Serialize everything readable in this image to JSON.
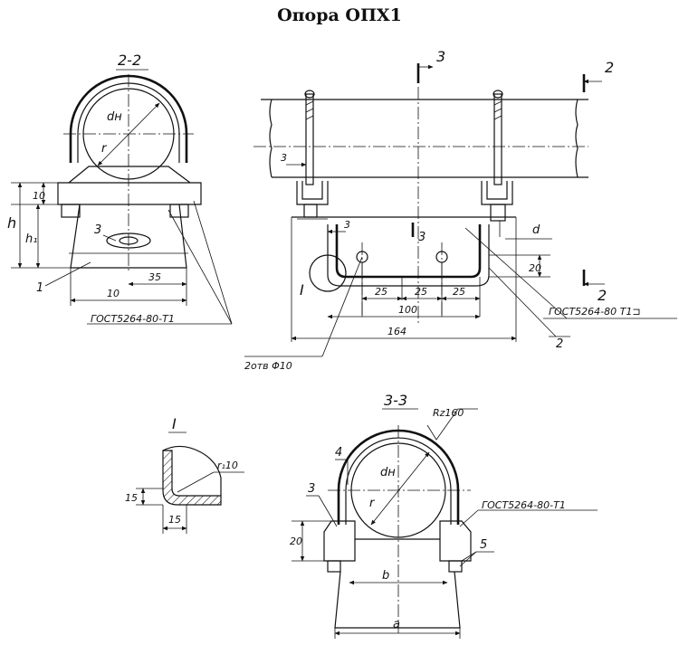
{
  "title": "Опора ОПХ1",
  "section_2_2": {
    "title": "2-2",
    "dim_h": "h",
    "dim_h1": "h₁",
    "dim_10_vert": "10",
    "dim_10_horiz": "10",
    "dim_35": "35",
    "dim_dn": "dн",
    "dim_r": "r",
    "label_3": "3",
    "label_1": "1",
    "gost_note": "ГОСТ5264-80-Т1"
  },
  "front_view": {
    "cut_3": "3",
    "cut_2_top": "2",
    "cut_2_bottom": "2",
    "dim_3_left": "3",
    "dim_3_center": "3",
    "dim_d": "d",
    "dim_20": "20",
    "dim_25_a": "25",
    "dim_25_b": "25",
    "dim_25_c": "25",
    "dim_100": "100",
    "dim_164": "164",
    "detail_I": "I",
    "holes_note": "2отв Φ10",
    "gost_note": "ГОСТ5264-80 Т1⊐",
    "label_2": "2"
  },
  "detail_I": {
    "title": "I",
    "dim_15_vert": "15",
    "dim_15_horiz": "15",
    "radius": "r₁10"
  },
  "section_3_3": {
    "title": "3-3",
    "roughness": "Rz160",
    "dim_dn": "dн",
    "dim_r": "r",
    "dim_20": "20",
    "dim_b": "b",
    "dim_a": "a",
    "label_3": "3",
    "label_4": "4",
    "label_5": "5",
    "gost_note": "ГОСТ5264-80-Т1"
  }
}
